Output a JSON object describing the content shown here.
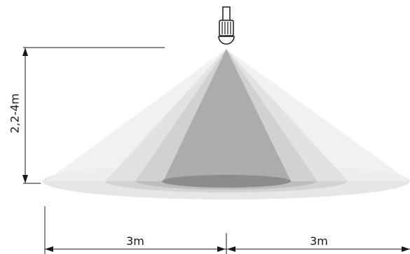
{
  "diagram": {
    "height_label": "2,2-4m",
    "left_width_label": "3m",
    "right_width_label": "3m",
    "colors": {
      "outer_cone": "#ebebeb",
      "mid_cone": "#dcdcdc",
      "inner_cone": "#c9c9c9",
      "core_cone": "#a9a9a9",
      "floor_outer": "#e3e3e3",
      "floor_mid": "#d2d2d2",
      "floor_inner": "#bcbcbc",
      "floor_core": "#8f8f8f",
      "sensor": "#ffffff",
      "lines": "#1a1a1a"
    },
    "icon": "motion-sensor-icon"
  }
}
